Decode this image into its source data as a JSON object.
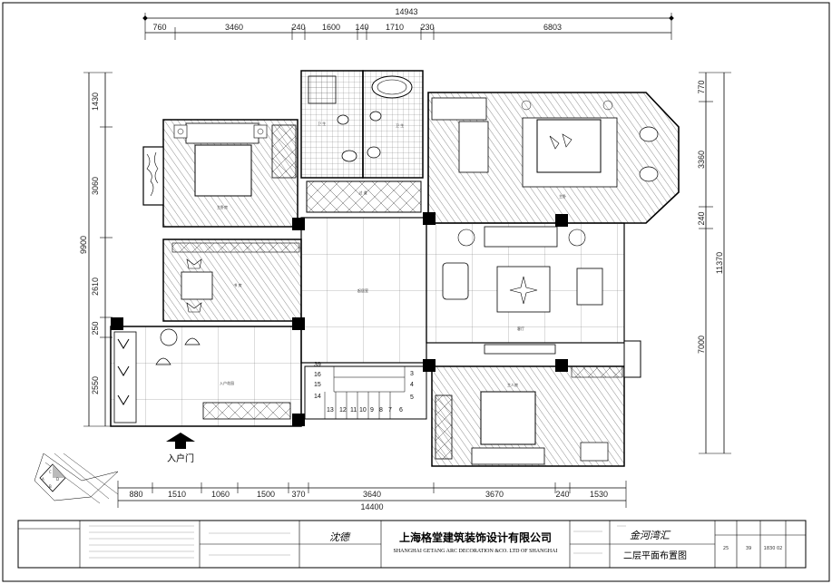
{
  "drawing": {
    "top_dims": {
      "total": "14943",
      "segments": [
        "760",
        "3460",
        "240",
        "1600",
        "140",
        "1710",
        "230",
        "6803"
      ]
    },
    "bottom_dims": {
      "total": "14400",
      "segments": [
        "880",
        "1510",
        "1060",
        "1500",
        "370",
        "3640",
        "3670",
        "240",
        "1530"
      ]
    },
    "left_dims": {
      "total": "9900",
      "segments": [
        "1430",
        "3060",
        "2610",
        "250",
        "2550"
      ]
    },
    "right_dims": {
      "total": "11370",
      "segments": [
        "770",
        "3360",
        "240",
        "7000"
      ]
    },
    "entrance_label": "入户门",
    "stair_numbers": [
      "39",
      "16",
      "15",
      "14",
      "3",
      "4",
      "5",
      "13",
      "12",
      "11",
      "10",
      "9",
      "8",
      "7",
      "6"
    ],
    "room_labels": {
      "r_topleft": "主卧房",
      "r_bath1": "卫 生",
      "r_bath2": "卫 生",
      "r_corridor": "过 道",
      "r_topright": "主卧",
      "r_study": "书 房",
      "r_central": "起居室",
      "r_living": "客厅",
      "r_entry": "入户花园",
      "r_bottomright": "主人房"
    },
    "entry_arrow_color": "#000000"
  },
  "title_block": {
    "company_cn": "上海格堂建筑装饰设计有限公司",
    "company_en": "SHANGHAI GETANG ARC DECORATION  &CO. LTD OF SHANGHAI",
    "project_handwritten": "金河湾汇",
    "drawing_title": "二层平面布置图",
    "sheet_nums": [
      "25",
      "39",
      "1830 02"
    ],
    "signature": "沈德"
  }
}
